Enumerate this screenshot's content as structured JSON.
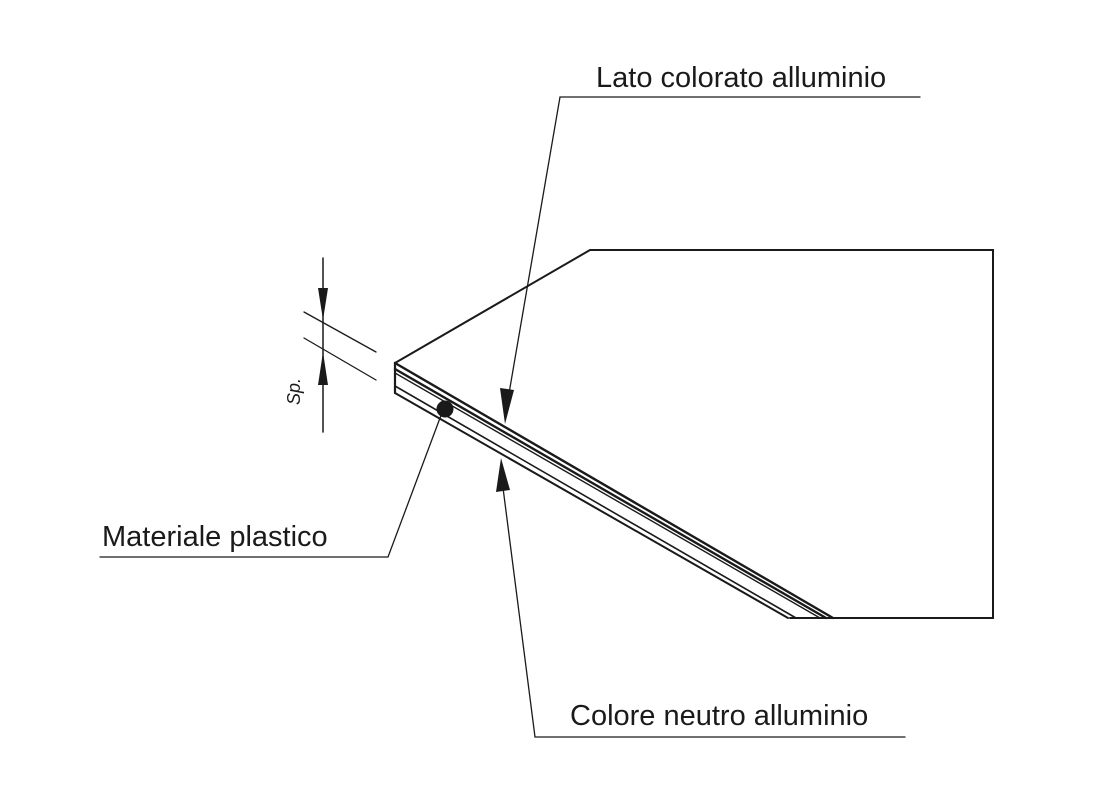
{
  "labels": {
    "colored_side": "Lato colorato alluminio",
    "neutral_side": "Colore neutro alluminio",
    "core": "Materiale plastico",
    "thickness": "Sp."
  },
  "colors": {
    "line": "#1a1a1a",
    "background": "#ffffff"
  }
}
